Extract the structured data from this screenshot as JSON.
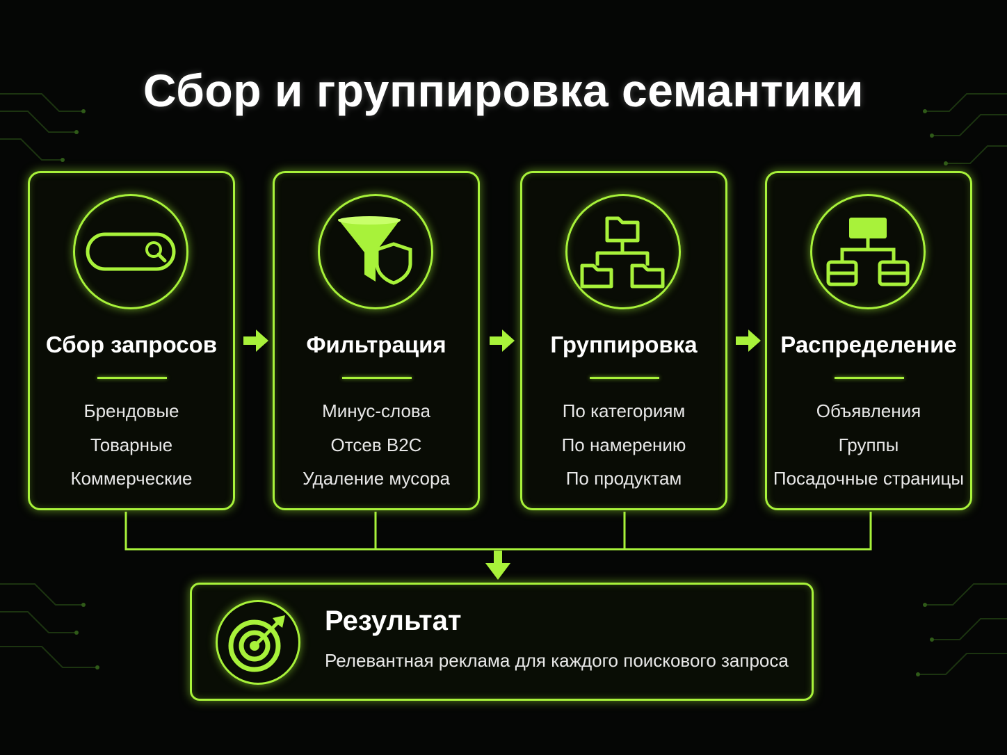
{
  "title": "Сбор и группировка семантики",
  "accent_color": "#a8f23a",
  "steps": [
    {
      "icon": "search-bar-icon",
      "title": "Сбор запросов",
      "items": [
        "Брендовые",
        "Товарные",
        "Коммерческие"
      ]
    },
    {
      "icon": "funnel-shield-icon",
      "title": "Фильтрация",
      "items": [
        "Минус-слова",
        "Отсев B2C",
        "Удаление мусора"
      ]
    },
    {
      "icon": "folder-tree-icon",
      "title": "Группировка",
      "items": [
        "По категориям",
        "По намерению",
        "По продуктам"
      ]
    },
    {
      "icon": "hierarchy-icon",
      "title": "Распределение",
      "items": [
        "Объявления",
        "Группы",
        "Посадочные страницы"
      ]
    }
  ],
  "result": {
    "icon": "target-icon",
    "title": "Результат",
    "description": "Релевантная реклама для каждого поискового запроса"
  }
}
